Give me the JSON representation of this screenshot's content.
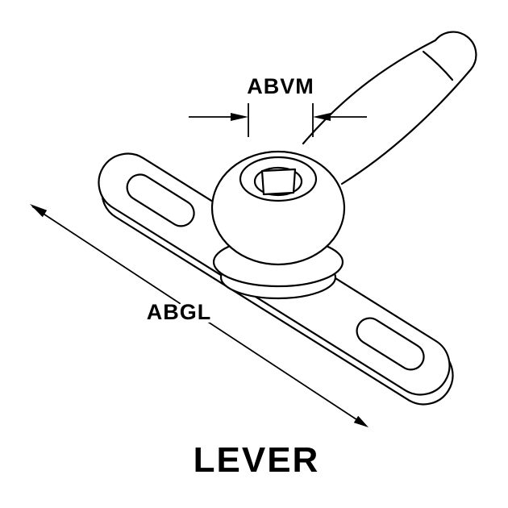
{
  "figure": {
    "caption": "LEVER",
    "dimensions": {
      "width_label": "ABVM",
      "length_label": "ABGL"
    },
    "colors": {
      "line": "#000000",
      "background": "#ffffff"
    }
  }
}
